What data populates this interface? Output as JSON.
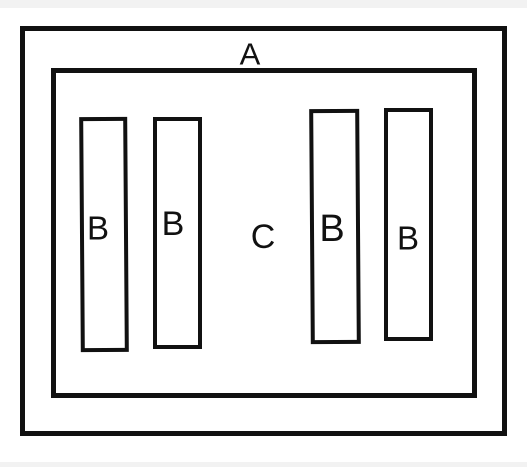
{
  "diagram": {
    "outer_label": "A",
    "inner_label": "C",
    "bars": [
      {
        "label": "B"
      },
      {
        "label": "B"
      },
      {
        "label": "B"
      },
      {
        "label": "B"
      }
    ]
  },
  "colors": {
    "stroke": "#111111",
    "background": "#ffffff",
    "page_margin": "#f2f2f2"
  }
}
